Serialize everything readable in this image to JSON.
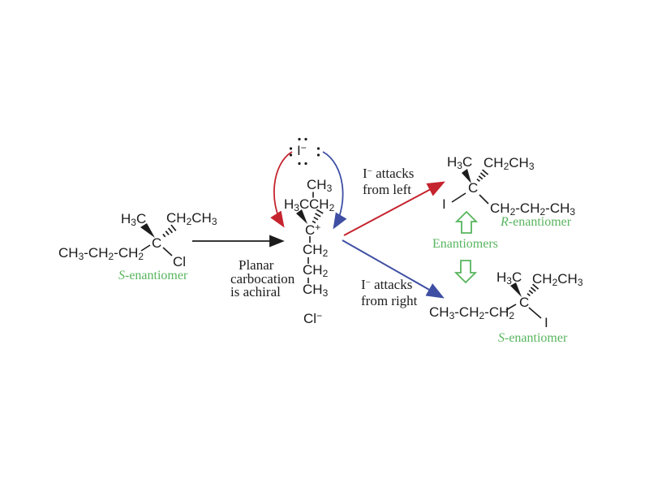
{
  "colors": {
    "red": "#c5242e",
    "blue": "#3e4fa3",
    "green": "#58b55e",
    "ink": "#1c1c1c"
  },
  "left_molecule": {
    "chain": "CH*3*-CH*2*-CH*2*",
    "wedge_methyl": "H*3*C",
    "dash_ethyl": "CH*2*CH*3*",
    "stereocenter": "C",
    "leaving_group": "Cl",
    "label_italic": "S",
    "label_rest": "-enantiomer"
  },
  "iodide_ion": {
    "symbol": "I^−^"
  },
  "carbocation": {
    "top_methyl": "CH*3*",
    "top_ch2": "CH*2*",
    "wedge_methyl": "H*3*C",
    "center": "C^+^",
    "ch2_upper": "CH*2*",
    "ch2_lower": "CH*2*",
    "bottom_methyl": "CH*3*",
    "chloride": "Cl^−^",
    "note_line1": "Planar",
    "note_line2": "carbocation",
    "note_line3": "is achiral"
  },
  "attack_left": {
    "line1": "I^−^ attacks",
    "line2": "from left"
  },
  "attack_right": {
    "line1": "I^−^ attacks",
    "line2": "from right"
  },
  "product_r": {
    "wedge_methyl": "H*3*C",
    "dash_ethyl": "CH*2*CH*3*",
    "stereocenter": "C",
    "iodine": "I",
    "chain": "CH*2*-CH*2*-CH*3*",
    "label_italic": "R",
    "label_rest": "-enantiomer"
  },
  "product_s": {
    "wedge_methyl": "H*3*C",
    "dash_ethyl": "CH*2*CH*3*",
    "stereocenter": "C",
    "iodine": "I",
    "chain": "CH*3*-CH*2*-CH*2*",
    "label_italic": "S",
    "label_rest": "-enantiomer"
  },
  "relationship_label": "Enantiomers"
}
